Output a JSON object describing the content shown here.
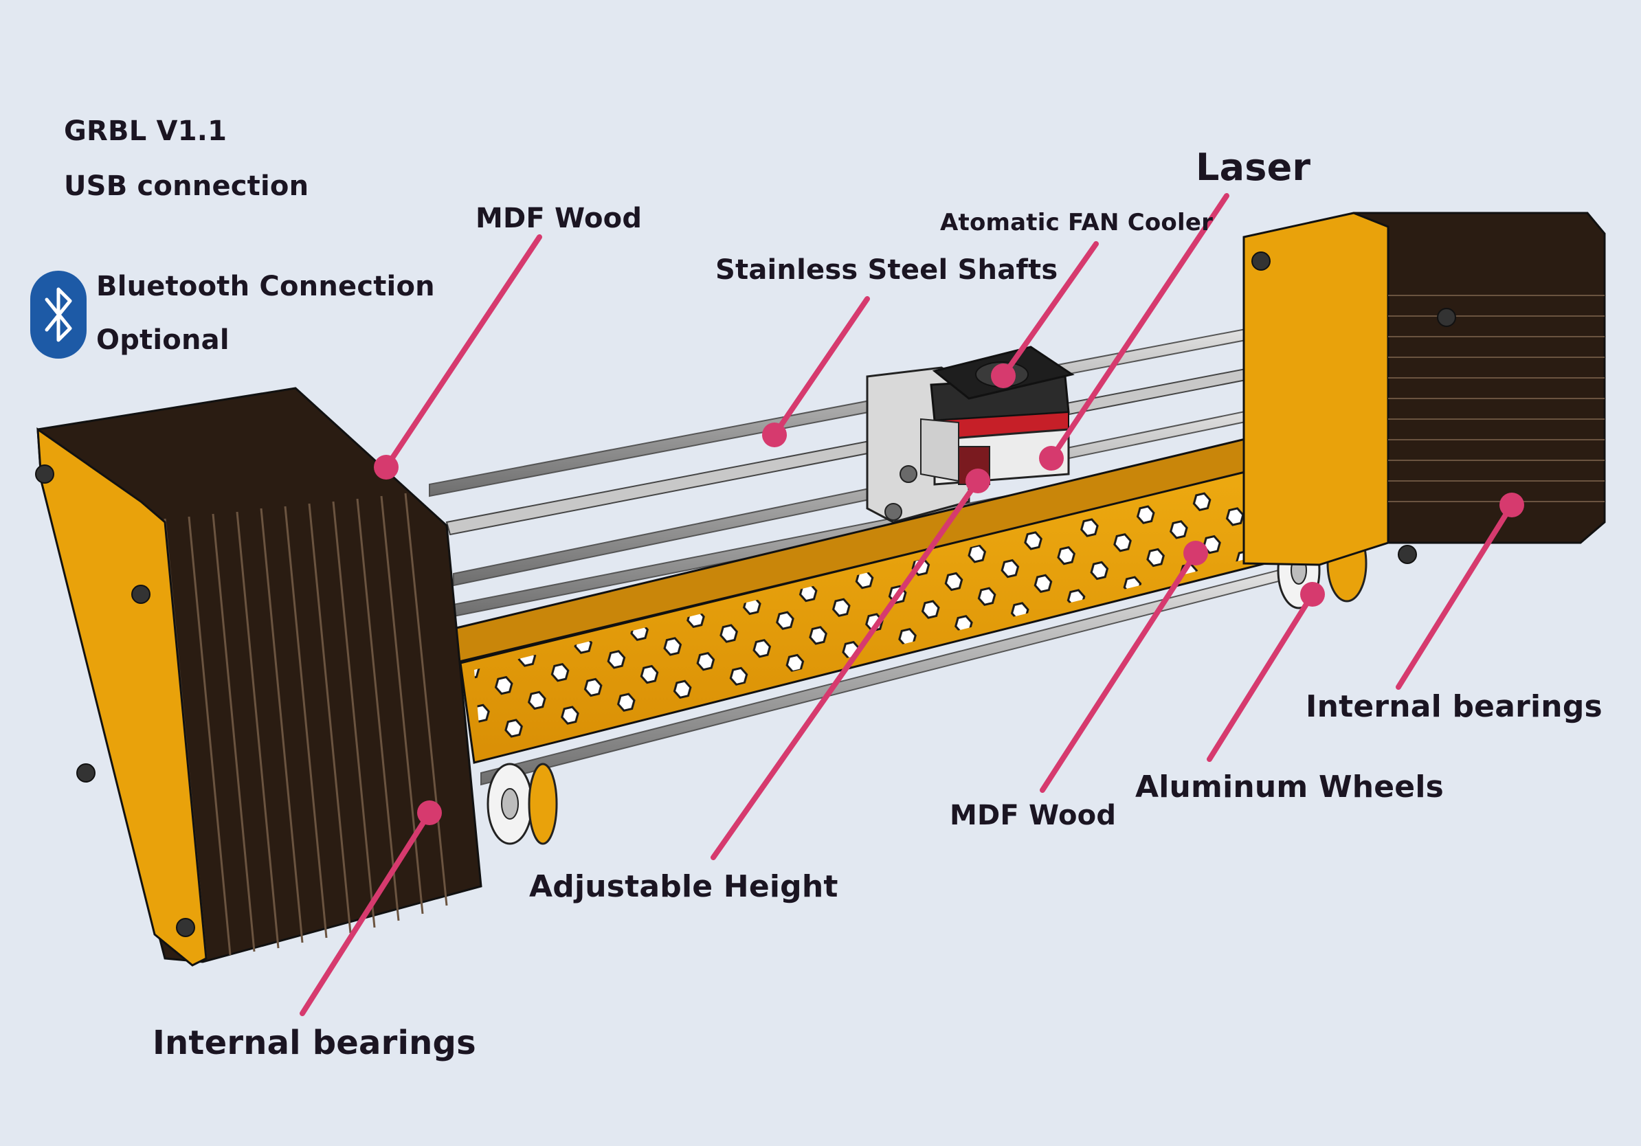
{
  "info": {
    "firmware": "GRBL V1.1",
    "connection": "USB connection",
    "bluetooth_line1": "Bluetooth Connection",
    "bluetooth_line2": "Optional"
  },
  "callouts": {
    "mdf_wood_left": "MDF Wood",
    "stainless_shafts": "Stainless Steel Shafts",
    "fan_cooler": "Atomatic FAN Cooler",
    "laser": "Laser",
    "internal_bearings_right": "Internal bearings",
    "aluminum_wheels": "Aluminum Wheels",
    "mdf_wood_bottom": "MDF Wood",
    "adjustable_height": "Adjustable Height",
    "internal_bearings_left": "Internal bearings"
  },
  "colors": {
    "background": "#e2e8f1",
    "leader": "#d63a6e",
    "wood": "#e9a20b",
    "motor": "#2a1c12",
    "bluetooth": "#1d5aa6",
    "text": "#1b1522"
  },
  "icons": [
    "bluetooth-icon"
  ]
}
